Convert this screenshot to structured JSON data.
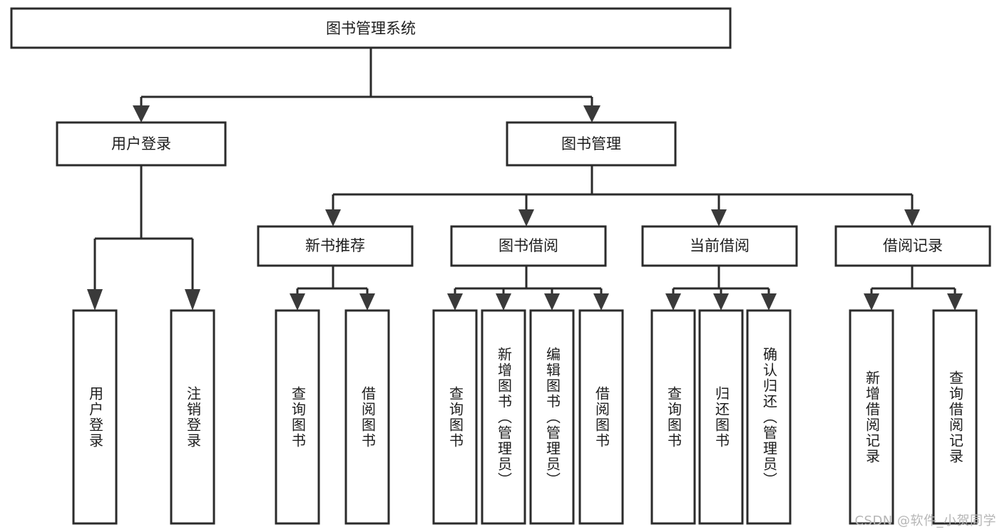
{
  "diagram": {
    "title": "图书管理系统",
    "type": "tree",
    "orientation": "top-down",
    "colors": {
      "box_stroke": "#2b2b2b",
      "box_fill": "#ffffff",
      "edge": "#2b2b2b",
      "arrow": "#3a3a3a",
      "text": "#1d1d1d",
      "watermark": "#b6b6b6",
      "background": "#ffffff"
    }
  },
  "root": {
    "label": "图书管理系统"
  },
  "level2": [
    {
      "label": "用户登录"
    },
    {
      "label": "图书管理"
    }
  ],
  "level3": [
    {
      "label": "新书推荐"
    },
    {
      "label": "图书借阅"
    },
    {
      "label": "当前借阅"
    },
    {
      "label": "借阅记录"
    }
  ],
  "leaves": {
    "user_login": [
      {
        "label": "用户登录"
      },
      {
        "label": "注销登录"
      }
    ],
    "new_book_recommend": [
      {
        "label": "查询图书"
      },
      {
        "label": "借阅图书"
      }
    ],
    "book_borrow": [
      {
        "label": "查询图书"
      },
      {
        "label": "新增图书（管理员）"
      },
      {
        "label": "编辑图书（管理员）"
      },
      {
        "label": "借阅图书"
      }
    ],
    "current_borrow": [
      {
        "label": "查询图书"
      },
      {
        "label": "归还图书"
      },
      {
        "label": "确认归还（管理员）"
      }
    ],
    "borrow_record": [
      {
        "label": "新增借阅记录"
      },
      {
        "label": "查询借阅记录"
      }
    ]
  },
  "watermark": {
    "text": "CSDN @软件_小贺同学"
  }
}
